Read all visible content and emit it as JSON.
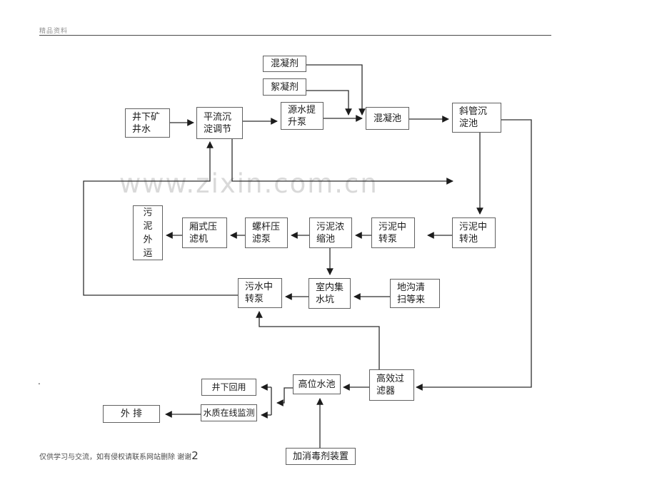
{
  "header": {
    "label": "精品资料"
  },
  "watermark": {
    "text": "www.zixin.com.cn"
  },
  "stray": {
    "dot": "."
  },
  "footer": {
    "note": "仅供学习与交流，如有侵权请联系网站删除 谢谢",
    "page_number": "2"
  },
  "colors": {
    "line": "#2e2e2e",
    "box_border": "#616161",
    "watermark": "#d9d9d9",
    "header_text": "#8f8f8f"
  },
  "nodes": [
    {
      "id": "underground-mine-water",
      "label": "井下矿\n井水"
    },
    {
      "id": "horizontal-flow-sedimentation-regulation",
      "label": "平流沉\n淀调节"
    },
    {
      "id": "coagulant",
      "label": "混凝剂"
    },
    {
      "id": "flocculant",
      "label": "絮凝剂"
    },
    {
      "id": "source-water-lift-pump",
      "label": "源水提\n升泵"
    },
    {
      "id": "coagulation-tank",
      "label": "混凝池"
    },
    {
      "id": "inclined-tube-sedimentation-tank",
      "label": "斜管沉\n淀池"
    },
    {
      "id": "sludge-outbound-transport",
      "label": "污\n泥\n外\n运"
    },
    {
      "id": "chamber-filter-press",
      "label": "厢式压\n滤机"
    },
    {
      "id": "screw-filter-press-pump",
      "label": "螺杆压\n滤泵"
    },
    {
      "id": "sludge-thickening-tank",
      "label": "污泥浓\n缩池"
    },
    {
      "id": "sludge-transfer-pump",
      "label": "污泥中\n转泵"
    },
    {
      "id": "sludge-transfer-tank",
      "label": "污泥中\n转池"
    },
    {
      "id": "sewage-transfer-pump",
      "label": "污水中\n转泵"
    },
    {
      "id": "indoor-collection-pit",
      "label": "室内集\n水坑"
    },
    {
      "id": "trench-cleaning-inflow",
      "label": "地沟清\n扫等来"
    },
    {
      "id": "high-efficiency-filter",
      "label": "高效过\n滤器"
    },
    {
      "id": "elevated-water-tank",
      "label": "高位水池"
    },
    {
      "id": "underground-reuse",
      "label": "井下回用"
    },
    {
      "id": "online-water-quality-monitoring",
      "label": "水质在线监测"
    },
    {
      "id": "external-discharge",
      "label": "外 排"
    },
    {
      "id": "disinfectant-dosing-device",
      "label": "加消毒剂装置"
    }
  ]
}
